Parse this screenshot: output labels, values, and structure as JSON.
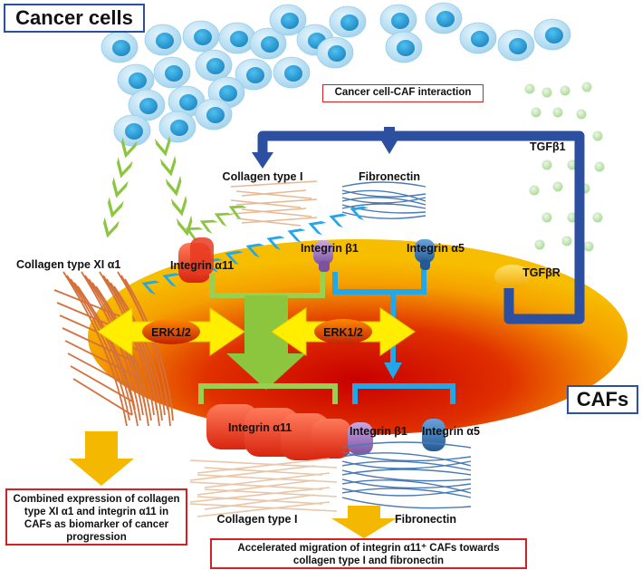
{
  "titles": {
    "cancer_cells": "Cancer cells",
    "cafs": "CAFs"
  },
  "labels": {
    "interaction": "Cancer cell-CAF interaction",
    "tgfb1": "TGFβ1",
    "tgfbr": "TGFβR",
    "collagen_I_top": "Collagen type I",
    "fibronectin_top": "Fibronectin",
    "collagen_XI": "Collagen type XI α1",
    "integrin_a11_top": "Integrin α11",
    "integrin_b1_top": "Integrin β1",
    "integrin_a5_top": "Integrin α5",
    "erk_left": "ERK1/2",
    "erk_right": "ERK1/2",
    "integrin_a11_bottom": "Integrin α11",
    "integrin_b1_bottom": "Integrin β1",
    "integrin_a5_bottom": "Integrin α5",
    "collagen_I_bottom": "Collagen type I",
    "fibronectin_bottom": "Fibronectin"
  },
  "boxes": {
    "biomarker": "Combined expression of collagen type XI α1 and integrin α11 in CAFs as biomarker of cancer progression",
    "migration": "Accelerated migration of integrin α11⁺ CAFs towards collagen type I and fibronectin"
  },
  "colors": {
    "cell_body": "#bfe3f5",
    "cell_nucleus": "#2a9fd8",
    "caf_outer": "#f5b800",
    "caf_inner": "#d10000",
    "dark_blue_arrow": "#2c4fa0",
    "green_arrow": "#8cc63f",
    "light_blue_arrow": "#22a7e8",
    "yellow_arrow": "#ffee00",
    "integrin_a11": "#f04a2a",
    "integrin_b1": "#9b73b8",
    "integrin_a5": "#3a73b0",
    "collagen_I_fiber": "#f0c9a8",
    "fibronectin_fiber": "#4a7ab5",
    "collagen_XI_fiber": "#d4703a",
    "tgfb_particle": "#bfe3b0",
    "orange_arrow": "#f5b800",
    "box_blue": "#2c4fa0",
    "box_red": "#d42020"
  }
}
